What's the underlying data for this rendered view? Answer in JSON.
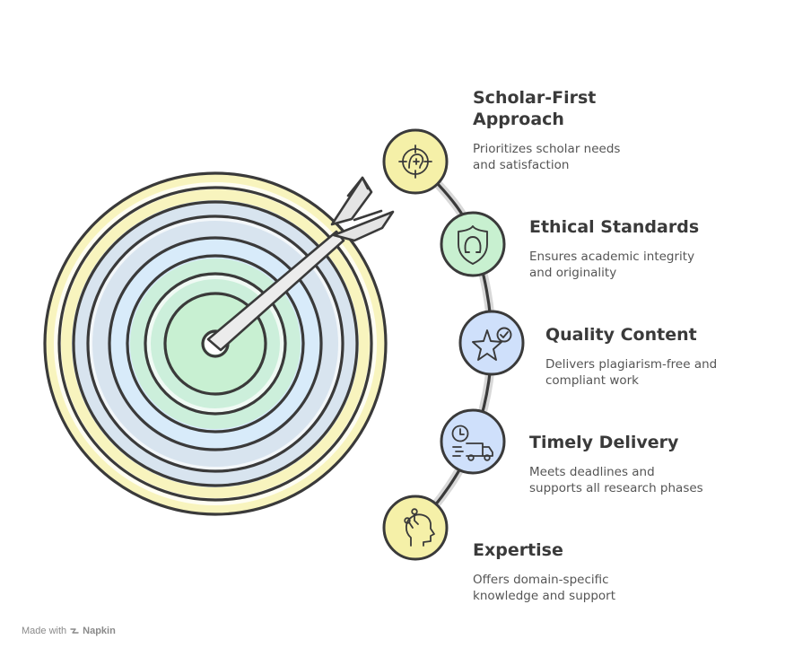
{
  "items": [
    {
      "title_lines": [
        "Scholar-First",
        "Approach"
      ],
      "desc_lines": [
        "Prioritizes scholar needs",
        "and satisfaction"
      ],
      "icon": "target-head-icon",
      "color": "#f5f0a8"
    },
    {
      "title_lines": [
        "Ethical Standards"
      ],
      "desc_lines": [
        "Ensures academic integrity",
        "and originality"
      ],
      "icon": "shield-icon",
      "color": "#c8f0d0"
    },
    {
      "title_lines": [
        "Quality Content"
      ],
      "desc_lines": [
        "Delivers plagiarism-free and",
        "compliant work"
      ],
      "icon": "star-check-icon",
      "color": "#cfe0fb"
    },
    {
      "title_lines": [
        "Timely Delivery"
      ],
      "desc_lines": [
        "Meets deadlines and",
        "supports all research phases"
      ],
      "icon": "delivery-truck-icon",
      "color": "#cfe0fb"
    },
    {
      "title_lines": [
        "Expertise"
      ],
      "desc_lines": [
        "Offers domain-specific",
        "knowledge and support"
      ],
      "icon": "brain-head-icon",
      "color": "#f5f0a8"
    }
  ],
  "footer": {
    "prefix": "Made with",
    "brand": "Napkin"
  },
  "colors": {
    "stroke": "#3a3a3a",
    "yellow": "#f5f0a8",
    "blue": "#cfe0fb",
    "green": "#c8f0d0",
    "arrow": "#e4e4e4"
  }
}
